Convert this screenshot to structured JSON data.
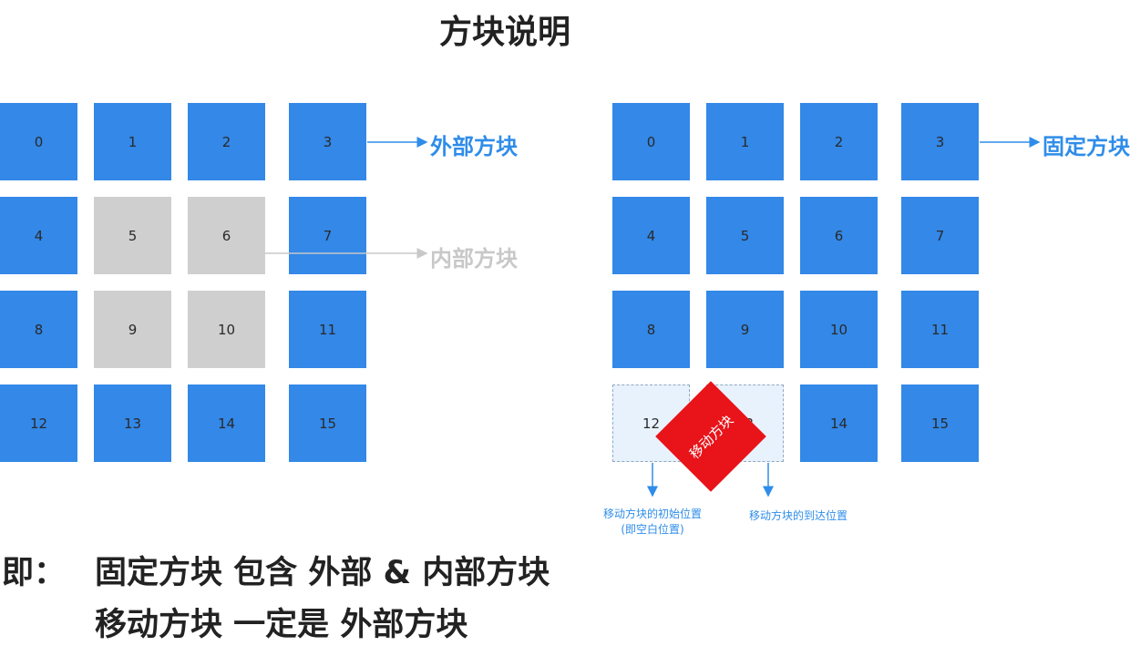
{
  "title": "方块说明",
  "left_grid": {
    "tiles": [
      {
        "label": "0",
        "kind": "blue"
      },
      {
        "label": "1",
        "kind": "blue"
      },
      {
        "label": "2",
        "kind": "blue"
      },
      {
        "label": "3",
        "kind": "blue"
      },
      {
        "label": "4",
        "kind": "blue"
      },
      {
        "label": "5",
        "kind": "gray"
      },
      {
        "label": "6",
        "kind": "gray"
      },
      {
        "label": "7",
        "kind": "blue"
      },
      {
        "label": "8",
        "kind": "blue"
      },
      {
        "label": "9",
        "kind": "gray"
      },
      {
        "label": "10",
        "kind": "gray"
      },
      {
        "label": "11",
        "kind": "blue"
      },
      {
        "label": "12",
        "kind": "blue"
      },
      {
        "label": "13",
        "kind": "blue"
      },
      {
        "label": "14",
        "kind": "blue"
      },
      {
        "label": "15",
        "kind": "blue"
      }
    ],
    "outer_label": "外部方块",
    "inner_label": "内部方块"
  },
  "right_grid": {
    "tiles": [
      {
        "label": "0",
        "kind": "blue"
      },
      {
        "label": "1",
        "kind": "blue"
      },
      {
        "label": "2",
        "kind": "blue"
      },
      {
        "label": "3",
        "kind": "blue"
      },
      {
        "label": "4",
        "kind": "blue"
      },
      {
        "label": "5",
        "kind": "blue"
      },
      {
        "label": "6",
        "kind": "blue"
      },
      {
        "label": "7",
        "kind": "blue"
      },
      {
        "label": "8",
        "kind": "blue"
      },
      {
        "label": "9",
        "kind": "blue"
      },
      {
        "label": "10",
        "kind": "blue"
      },
      {
        "label": "11",
        "kind": "blue"
      },
      {
        "label": "12",
        "kind": "empty"
      },
      {
        "label": "13",
        "kind": "empty"
      },
      {
        "label": "14",
        "kind": "blue"
      },
      {
        "label": "15",
        "kind": "blue"
      }
    ],
    "fixed_label": "固定方块",
    "moving_tile_label": "移动方块",
    "start_position_line1": "移动方块的初始位置",
    "start_position_line2": "(即空白位置)",
    "end_position": "移动方块的到达位置"
  },
  "summary": {
    "prefix": "即：",
    "line1": "固定方块 包含 外部 & 内部方块",
    "line2": "移动方块 一定是 外部方块"
  },
  "colors": {
    "blue_tile": "#3388e8",
    "gray_tile": "#cfcfcf",
    "empty_tile": "#e8f2fd",
    "moving_tile": "#e8141a",
    "label_blue": "#2f8de9",
    "label_gray": "#c8c8c8"
  }
}
